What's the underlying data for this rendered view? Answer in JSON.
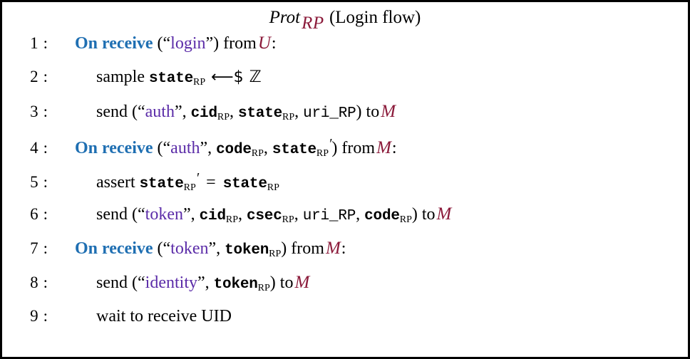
{
  "title": {
    "name": "Prot",
    "subscript": "RP",
    "suffix": "(Login flow)",
    "full": "Prot_RP (Login flow)"
  },
  "colors": {
    "keyword_blue": "#1f6fb2",
    "string_purple": "#5b2ca8",
    "party_maroon": "#8b1a3a",
    "text_black": "#000000",
    "background": "#ffffff",
    "border": "#000000"
  },
  "symbols": {
    "colon": ":",
    "open_paren": "(",
    "close_paren": ")",
    "comma": ",",
    "open_quote": "“",
    "close_quote": "”",
    "sample_arrow": "⟵$",
    "integers": "ℤ",
    "prime": "′",
    "equals": "="
  },
  "keywords": {
    "on_receive": "On receive",
    "sample": "sample",
    "send": "send",
    "assert": "assert",
    "wait": "wait to receive",
    "from": "from",
    "to": "to"
  },
  "parties": {
    "user": "𝒰",
    "user_label": "U",
    "mitm": "ℳ",
    "mitm_label": "M"
  },
  "variables": {
    "state_rp": "state",
    "cid_rp": "cid",
    "csec_rp": "csec",
    "code_rp": "code",
    "token_rp": "token",
    "uri_rp": "uri_RP",
    "uid": "UID",
    "subscript": "RP"
  },
  "messages": {
    "login": "login",
    "auth": "auth",
    "token": "token",
    "identity": "identity"
  },
  "lines": [
    {
      "num": "1",
      "text": "On receive (“login”) from U:"
    },
    {
      "num": "2",
      "text": "sample state_RP ⟵$ ℤ"
    },
    {
      "num": "3",
      "text": "send (“auth”, cid_RP, state_RP, uri_RP) to M"
    },
    {
      "num": "4",
      "text": "On receive (“auth”, code_RP, state_RP′) from M:"
    },
    {
      "num": "5",
      "text": "assert state_RP′ = state_RP"
    },
    {
      "num": "6",
      "text": "send (“token”, cid_RP, csec_RP, uri_RP, code_RP) to M"
    },
    {
      "num": "7",
      "text": "On receive (“token”, token_RP) from M:"
    },
    {
      "num": "8",
      "text": "send (“identity”, token_RP) to M"
    },
    {
      "num": "9",
      "text": "wait to receive UID"
    }
  ]
}
